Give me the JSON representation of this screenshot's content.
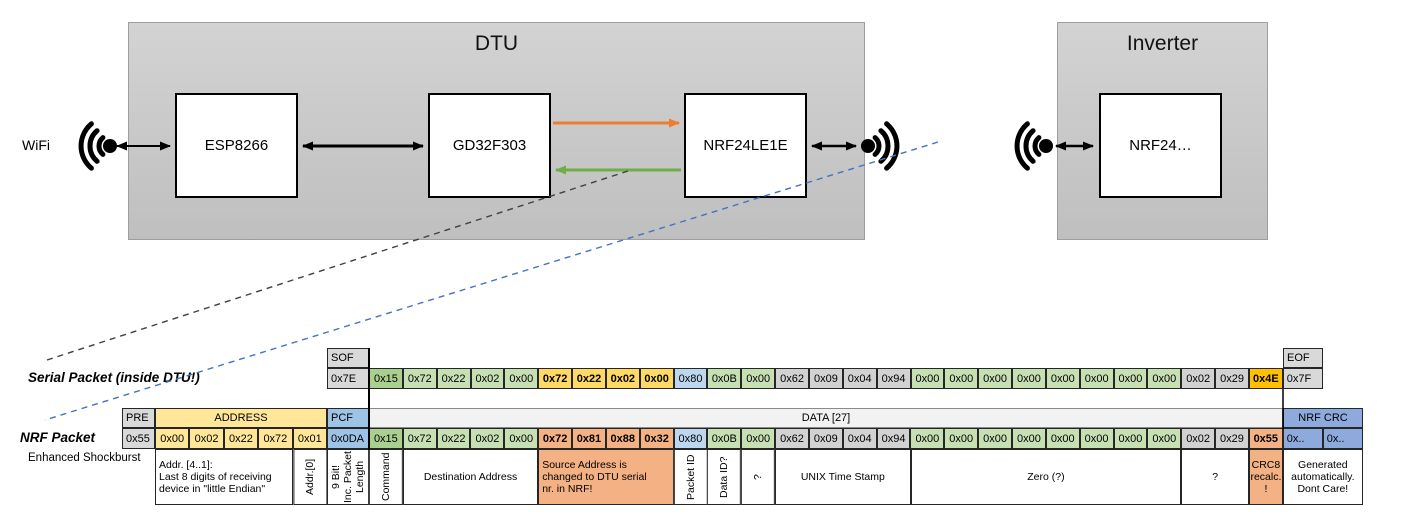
{
  "colors": {
    "cell_gray": "#D2D2D2",
    "header_gray": "#D9D9D9",
    "green_dark": "#A9D08E",
    "green_light": "#C6E0B4",
    "yellow_bold": "#FFD966",
    "yellow_addr": "#FFE699",
    "blue_light": "#BDD7EE",
    "blue_pcf": "#9DC3E6",
    "blue_crc": "#8EAADC",
    "salmon": "#F4B183",
    "gold": "#FFC000",
    "data_header_bg": "#F2F2F2",
    "orange_arrow": "#ED7D31",
    "green_arrow": "#70AD47",
    "blue_dash": "#4472C4"
  },
  "diagram": {
    "wifi_label": "WiFi",
    "dtu": {
      "title": "DTU",
      "components": [
        "ESP8266",
        "GD32F303",
        "NRF24LE1E"
      ]
    },
    "inverter": {
      "title": "Inverter",
      "component": "NRF24…"
    }
  },
  "serial_packet": {
    "label": "Serial Packet (inside DTU!)",
    "sof": {
      "header": "SOF",
      "value": "0x7E"
    },
    "eof": {
      "header": "EOF",
      "value": "0x7F"
    },
    "bytes": [
      {
        "v": "0x15",
        "c": "g2"
      },
      {
        "v": "0x72",
        "c": "g1"
      },
      {
        "v": "0x22",
        "c": "g1"
      },
      {
        "v": "0x02",
        "c": "g1"
      },
      {
        "v": "0x00",
        "c": "g1"
      },
      {
        "v": "0x72",
        "c": "yb"
      },
      {
        "v": "0x22",
        "c": "yb"
      },
      {
        "v": "0x02",
        "c": "yb"
      },
      {
        "v": "0x00",
        "c": "yb"
      },
      {
        "v": "0x80",
        "c": "bl"
      },
      {
        "v": "0x0B",
        "c": "g1"
      },
      {
        "v": "0x00",
        "c": "g1"
      },
      {
        "v": "0x62",
        "c": "gy"
      },
      {
        "v": "0x09",
        "c": "gy"
      },
      {
        "v": "0x04",
        "c": "gy"
      },
      {
        "v": "0x94",
        "c": "gy"
      },
      {
        "v": "0x00",
        "c": "g1"
      },
      {
        "v": "0x00",
        "c": "g1"
      },
      {
        "v": "0x00",
        "c": "g1"
      },
      {
        "v": "0x00",
        "c": "g1"
      },
      {
        "v": "0x00",
        "c": "g1"
      },
      {
        "v": "0x00",
        "c": "g1"
      },
      {
        "v": "0x00",
        "c": "g1"
      },
      {
        "v": "0x00",
        "c": "g1"
      },
      {
        "v": "0x02",
        "c": "gy"
      },
      {
        "v": "0x29",
        "c": "gy"
      },
      {
        "v": "0x4E",
        "c": "gold"
      }
    ]
  },
  "nrf_packet": {
    "label": "NRF Packet",
    "sublabel": "Enhanced Shockburst",
    "pre": {
      "header": "PRE",
      "value": "0x55"
    },
    "address": {
      "header": "ADDRESS",
      "values": [
        "0x00",
        "0x02",
        "0x22",
        "0x72",
        "0x01"
      ]
    },
    "pcf": {
      "header": "PCF",
      "value": "0x0DA"
    },
    "data_header": "DATA [27]",
    "crc": {
      "header": "NRF CRC",
      "values": [
        "0x..",
        "0x.."
      ]
    },
    "bytes": [
      {
        "v": "0x15",
        "c": "g2"
      },
      {
        "v": "0x72",
        "c": "g1"
      },
      {
        "v": "0x22",
        "c": "g1"
      },
      {
        "v": "0x02",
        "c": "g1"
      },
      {
        "v": "0x00",
        "c": "g1"
      },
      {
        "v": "0x72",
        "c": "sb"
      },
      {
        "v": "0x81",
        "c": "sb"
      },
      {
        "v": "0x88",
        "c": "sb"
      },
      {
        "v": "0x32",
        "c": "sb"
      },
      {
        "v": "0x80",
        "c": "bl"
      },
      {
        "v": "0x0B",
        "c": "g1"
      },
      {
        "v": "0x00",
        "c": "g1"
      },
      {
        "v": "0x62",
        "c": "gy"
      },
      {
        "v": "0x09",
        "c": "gy"
      },
      {
        "v": "0x04",
        "c": "gy"
      },
      {
        "v": "0x94",
        "c": "gy"
      },
      {
        "v": "0x00",
        "c": "g1"
      },
      {
        "v": "0x00",
        "c": "g1"
      },
      {
        "v": "0x00",
        "c": "g1"
      },
      {
        "v": "0x00",
        "c": "g1"
      },
      {
        "v": "0x00",
        "c": "g1"
      },
      {
        "v": "0x00",
        "c": "g1"
      },
      {
        "v": "0x00",
        "c": "g1"
      },
      {
        "v": "0x00",
        "c": "g1"
      },
      {
        "v": "0x02",
        "c": "gy"
      },
      {
        "v": "0x29",
        "c": "gy"
      },
      {
        "v": "0x55",
        "c": "sb"
      }
    ],
    "annotations": [
      {
        "text": "Addr. [4..1]:\nLast 8 digits of receiving\ndevice in \"little Endian\"",
        "mode": "h",
        "align": "left",
        "bg": ""
      },
      {
        "text": "Addr.[0]",
        "mode": "v",
        "align": "",
        "bg": ""
      },
      {
        "text": "9 Bit!\nInc. Packet\nLength",
        "mode": "v",
        "align": "",
        "bg": ""
      },
      {
        "text": "Command",
        "mode": "v",
        "align": "",
        "bg": ""
      },
      {
        "text": "Destination Address",
        "mode": "h",
        "align": "",
        "bg": ""
      },
      {
        "text": "Source Address is\nchanged to DTU serial\nnr. in NRF!",
        "mode": "h",
        "align": "left",
        "bg": "salmon"
      },
      {
        "text": "Packet ID",
        "mode": "v",
        "align": "",
        "bg": ""
      },
      {
        "text": "Data ID?",
        "mode": "v",
        "align": "",
        "bg": ""
      },
      {
        "text": "?",
        "mode": "v",
        "align": "",
        "bg": ""
      },
      {
        "text": "UNIX Time Stamp",
        "mode": "h",
        "align": "",
        "bg": ""
      },
      {
        "text": "Zero (?)",
        "mode": "h",
        "align": "",
        "bg": ""
      },
      {
        "text": "?",
        "mode": "h",
        "align": "",
        "bg": ""
      },
      {
        "text": "CRC8\nrecalc.\n!",
        "mode": "h",
        "align": "",
        "bg": "salmon"
      },
      {
        "text": "Generated\nautomatically.\nDont Care!",
        "mode": "h",
        "align": "",
        "bg": ""
      }
    ]
  }
}
